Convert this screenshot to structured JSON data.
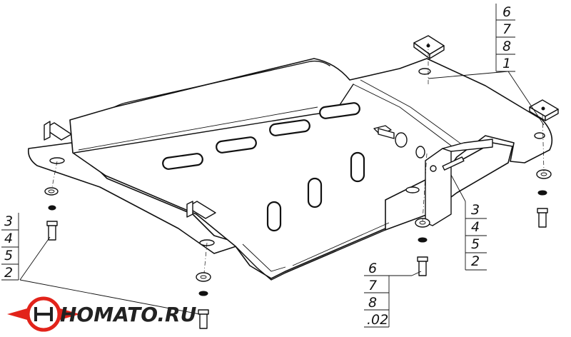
{
  "logo": {
    "text": "HOMATO.RU",
    "colors": {
      "wing": "#e2231a",
      "emblem_fill": "#ffffff",
      "text": "#222222"
    }
  },
  "callouts": {
    "top_right": [
      "6",
      "7",
      "8",
      "1"
    ],
    "left": [
      "3",
      "4",
      "5",
      "2"
    ],
    "right_bracket": [
      "3",
      "4",
      "5",
      "2"
    ],
    "bottom_center": [
      "6",
      "7",
      "8",
      ".02"
    ]
  },
  "colors": {
    "line": "#111111",
    "background": "#ffffff"
  }
}
